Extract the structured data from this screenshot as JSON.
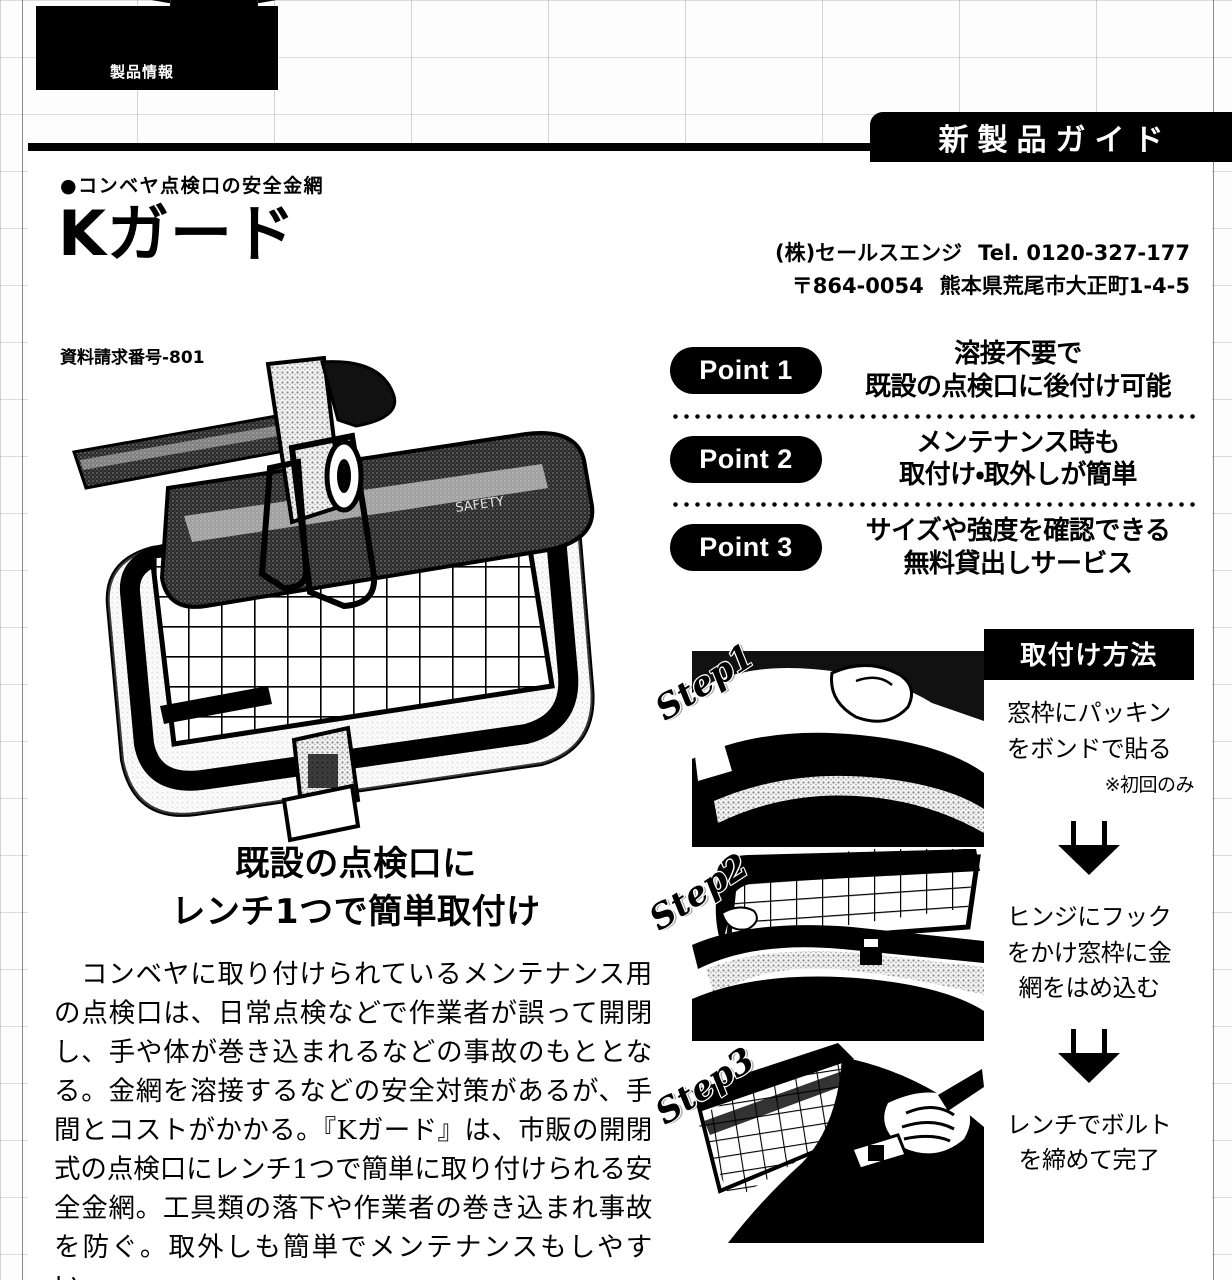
{
  "page": {
    "section_tab_label": "製品情報",
    "banner_label": "新製品ガイド"
  },
  "header": {
    "eyebrow": "●コンベヤ点検口の安全金網",
    "product_title": "Kガード",
    "company_name": "(株)セールスエンジ",
    "telephone": "Tel. 0120-327-177",
    "postal_code": "〒864-0054",
    "address": "熊本県荒尾市大正町1-4-5",
    "catalog_number": "資料請求番号-801"
  },
  "points": [
    {
      "badge": "Point 1",
      "line1": "溶接不要で",
      "line2": "既設の点検口に後付け可能"
    },
    {
      "badge": "Point 2",
      "line1": "メンテナンス時も",
      "line2": "取付け・取外しが簡単"
    },
    {
      "badge": "Point 3",
      "line1": "サイズや強度を確認できる",
      "line2": "無料貸出しサービス"
    }
  ],
  "lead": {
    "headline_line1": "既設の点検口に",
    "headline_line2": "レンチ1つで簡単取付け",
    "body": "コンベヤに取り付けられているメンテナンス用の点検口は、日常点検などで作業者が誤って開閉し、手や体が巻き込まれるなどの事故のもととなる。金網を溶接するなどの安全対策があるが、手間とコストがかかる。『Kガード』は、市販の開閉式の点検口にレンチ1つで簡単に取り付けられる安全金網。工具類の落下や作業者の巻き込まれ事故を防ぐ。取外しも簡単でメンテナンスもしやすい。"
  },
  "steps": [
    {
      "label": "Step1"
    },
    {
      "label": "Step2"
    },
    {
      "label": "Step3"
    }
  ],
  "install_method": {
    "header": "取付け方法",
    "steps": [
      {
        "line1": "窓枠にパッキン",
        "line2": "をボンドで貼る",
        "note": "※初回のみ"
      },
      {
        "line1": "ヒンジにフック",
        "line2": "をかけ窓枠に金",
        "line3": "網をはめ込む",
        "note": ""
      },
      {
        "line1": "レンチでボルト",
        "line2": "を締めて完了",
        "note": ""
      }
    ]
  },
  "colors": {
    "ink": "#000000",
    "paper": "#ffffff"
  }
}
